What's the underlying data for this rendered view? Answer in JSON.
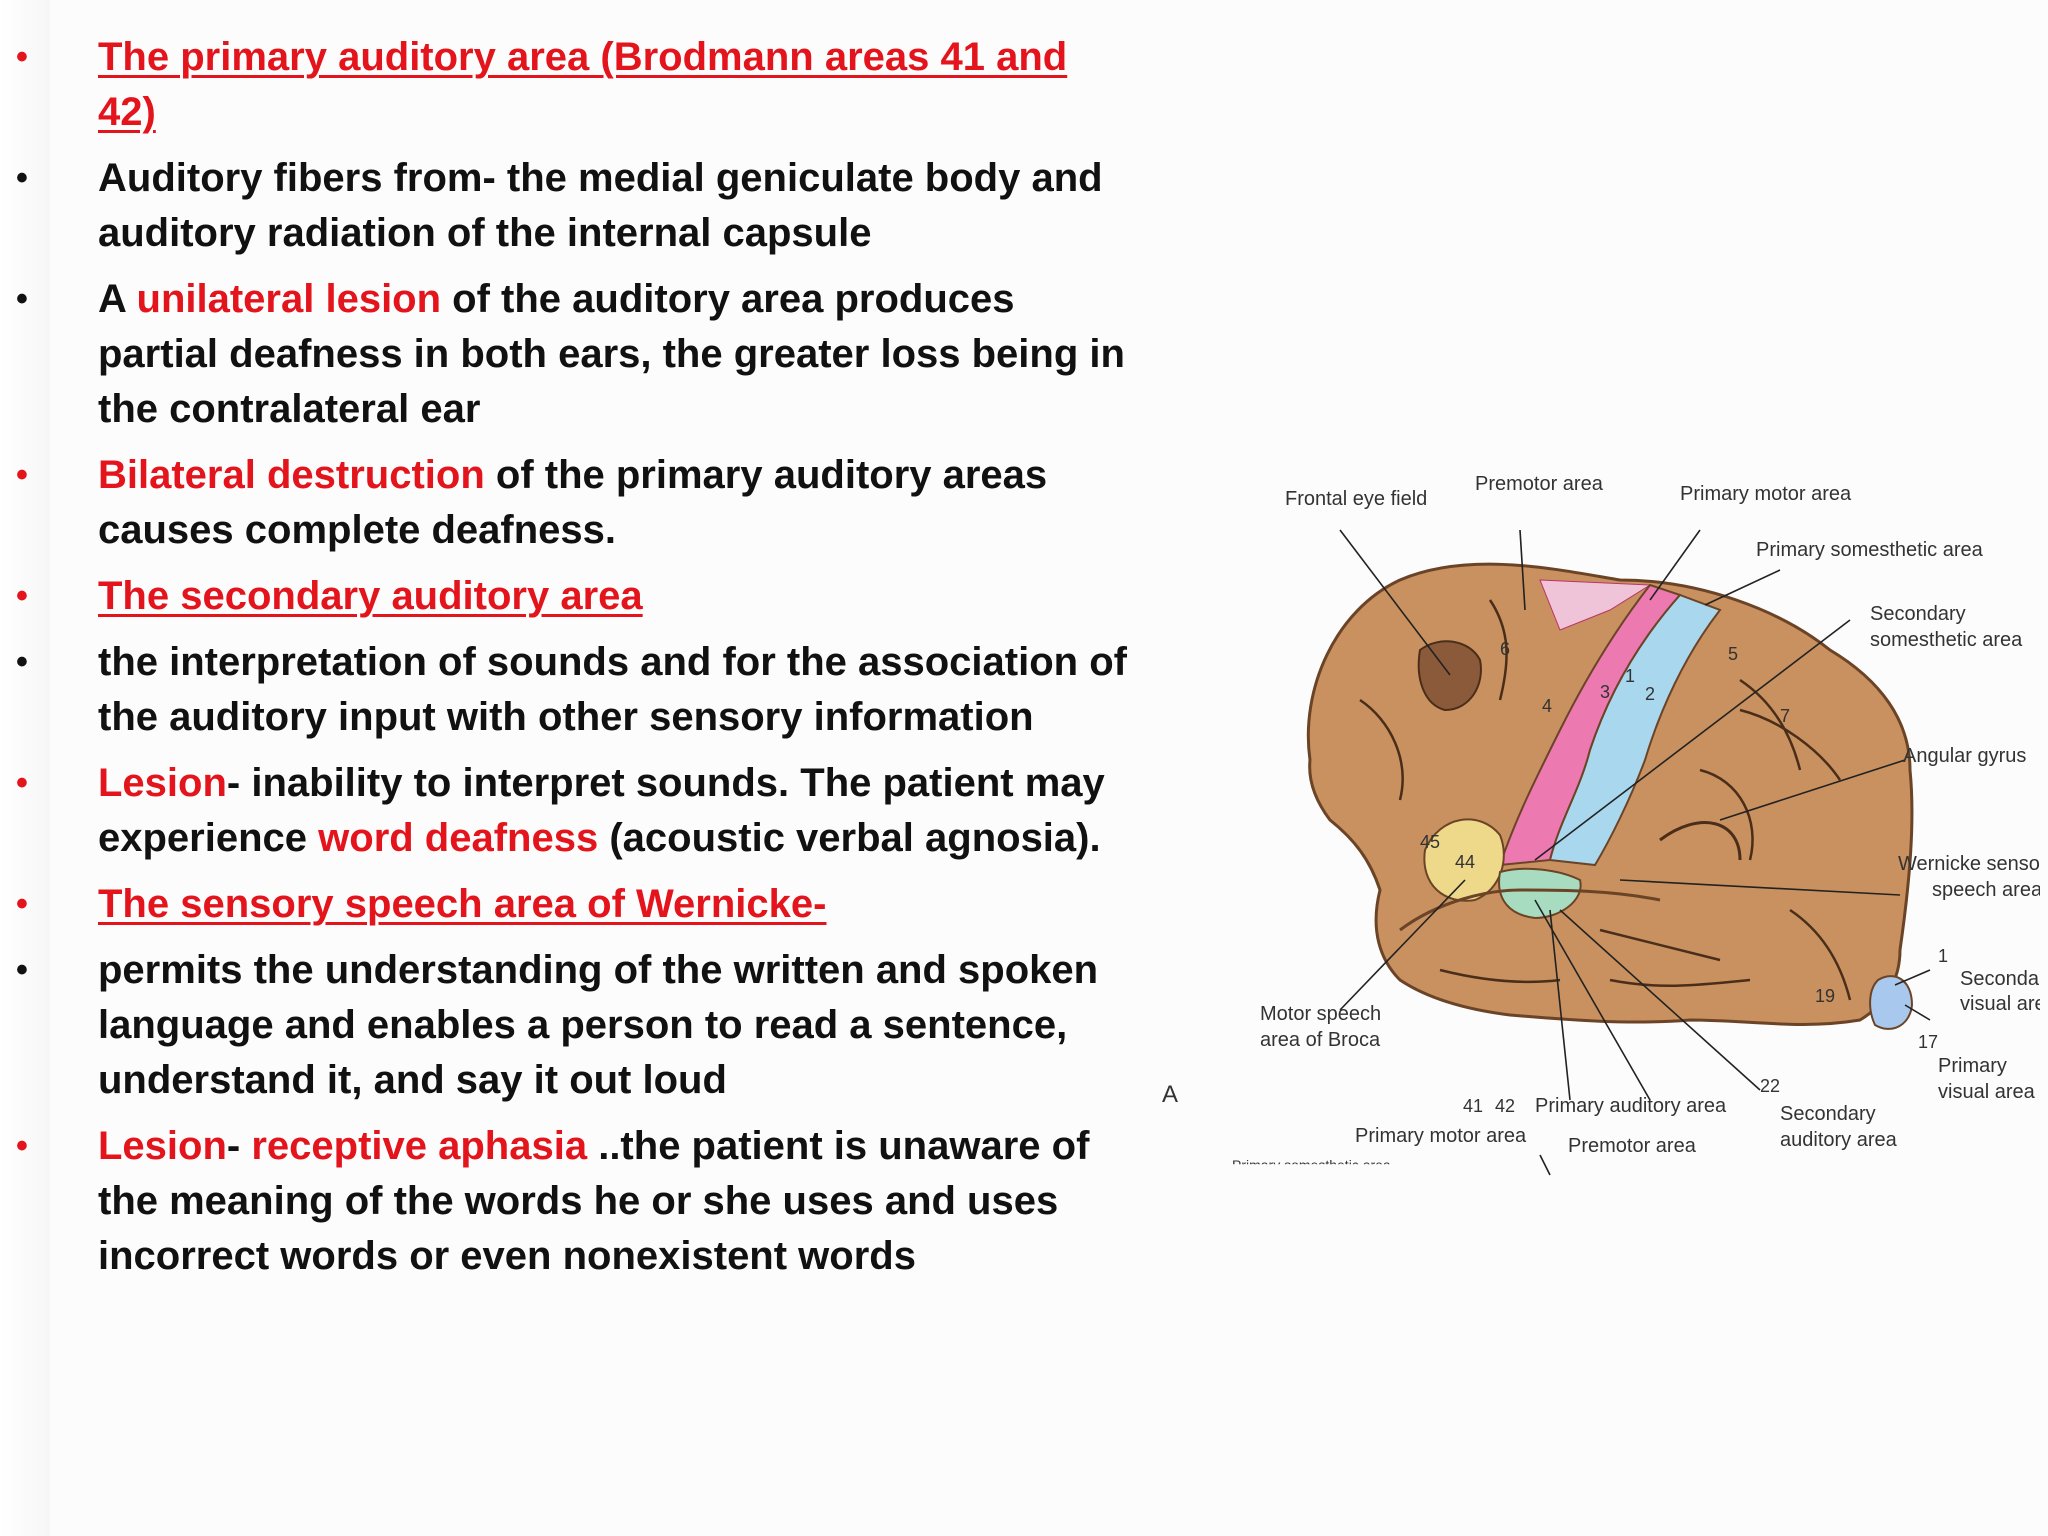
{
  "bullets": [
    {
      "segments": [
        {
          "text": "The primary auditory area (Brodmann areas 41 and 42)",
          "red": true,
          "underline": true
        }
      ],
      "bullet_red": true
    },
    {
      "segments": [
        {
          "text": "Auditory fibers from- the medial geniculate body and auditory radiation of the internal capsule"
        }
      ],
      "bullet_red": false
    },
    {
      "segments": [
        {
          "text": "A "
        },
        {
          "text": "unilateral lesion",
          "red": true
        },
        {
          "text": " of the auditory area produces partial deafness in both ears, the greater loss being in the contralateral ear"
        }
      ],
      "bullet_red": false
    },
    {
      "segments": [
        {
          "text": "Bilateral destruction",
          "red": true
        },
        {
          "text": " of the primary auditory areas causes complete deafness."
        }
      ],
      "bullet_red": true
    },
    {
      "segments": [
        {
          "text": "The secondary auditory area",
          "red": true,
          "underline": true
        }
      ],
      "bullet_red": true
    },
    {
      "segments": [
        {
          "text": "the interpretation of sounds and for the association of the auditory input with other sensory information"
        }
      ],
      "bullet_red": false
    },
    {
      "segments": [
        {
          "text": "Lesion",
          "red": true
        },
        {
          "text": "- inability to interpret sounds. The patient may experience "
        },
        {
          "text": "word deafness",
          "red": true
        },
        {
          "text": " (acoustic verbal agnosia)."
        }
      ],
      "bullet_red": true
    },
    {
      "segments": [
        {
          "text": "The sensory speech area of Wernicke-",
          "red": true,
          "underline": true
        }
      ],
      "bullet_red": true
    },
    {
      "segments": [
        {
          "text": "permits the understanding of the written and spoken language and enables a person to read a sentence, understand it, and say it out loud"
        }
      ],
      "bullet_red": false
    },
    {
      "segments": [
        {
          "text": "Lesion",
          "red": true
        },
        {
          "text": "- "
        },
        {
          "text": "receptive aphasia",
          "red": true
        },
        {
          "text": " ..the patient is unaware of the meaning of the words he or she uses and uses incorrect words or even nonexistent words"
        }
      ],
      "bullet_red": true
    }
  ],
  "bullet_symbol": "•",
  "colors": {
    "red": "#e3141c",
    "text": "#111111",
    "brain": "#c8915f",
    "pink": "#ec7ab0",
    "blue": "#a9d8ee",
    "yellow": "#eed98a",
    "green": "#a8dcc0"
  },
  "diagram": {
    "figure_letter": "A",
    "labels": {
      "frontal_eye_field": "Frontal eye field",
      "premotor_area_top": "Premotor area",
      "primary_motor_area_top": "Primary motor area",
      "primary_somesthetic_area": "Primary somesthetic area",
      "secondary_somesthetic_1": "Secondary",
      "secondary_somesthetic_2": "somesthetic area",
      "angular_gyrus": "Angular gyrus",
      "wernicke_1": "Wernicke sensory",
      "wernicke_2": "speech area",
      "secondary_visual_1": "Secondary",
      "secondary_visual_2": "visual area",
      "primary_visual_1": "Primary",
      "primary_visual_2": "visual area",
      "secondary_auditory_1": "Secondary",
      "secondary_auditory_2": "auditory area",
      "premotor_area_bottom": "Premotor area",
      "primary_auditory_area": "Primary auditory area",
      "primary_motor_area_bottom": "Primary motor area",
      "motor_speech_1": "Motor speech",
      "motor_speech_2": "area of Broca",
      "primary_somesthetic_bottom": "Primary somesthetic area"
    },
    "numbers": {
      "n6": "6",
      "n4": "4",
      "n3": "3",
      "n1": "1",
      "n2": "2",
      "n5": "5",
      "n7": "7",
      "n45": "45",
      "n44": "44",
      "n41": "41",
      "n42": "42",
      "n22": "22",
      "n19": "19",
      "n17": "17",
      "n18": "1"
    }
  }
}
